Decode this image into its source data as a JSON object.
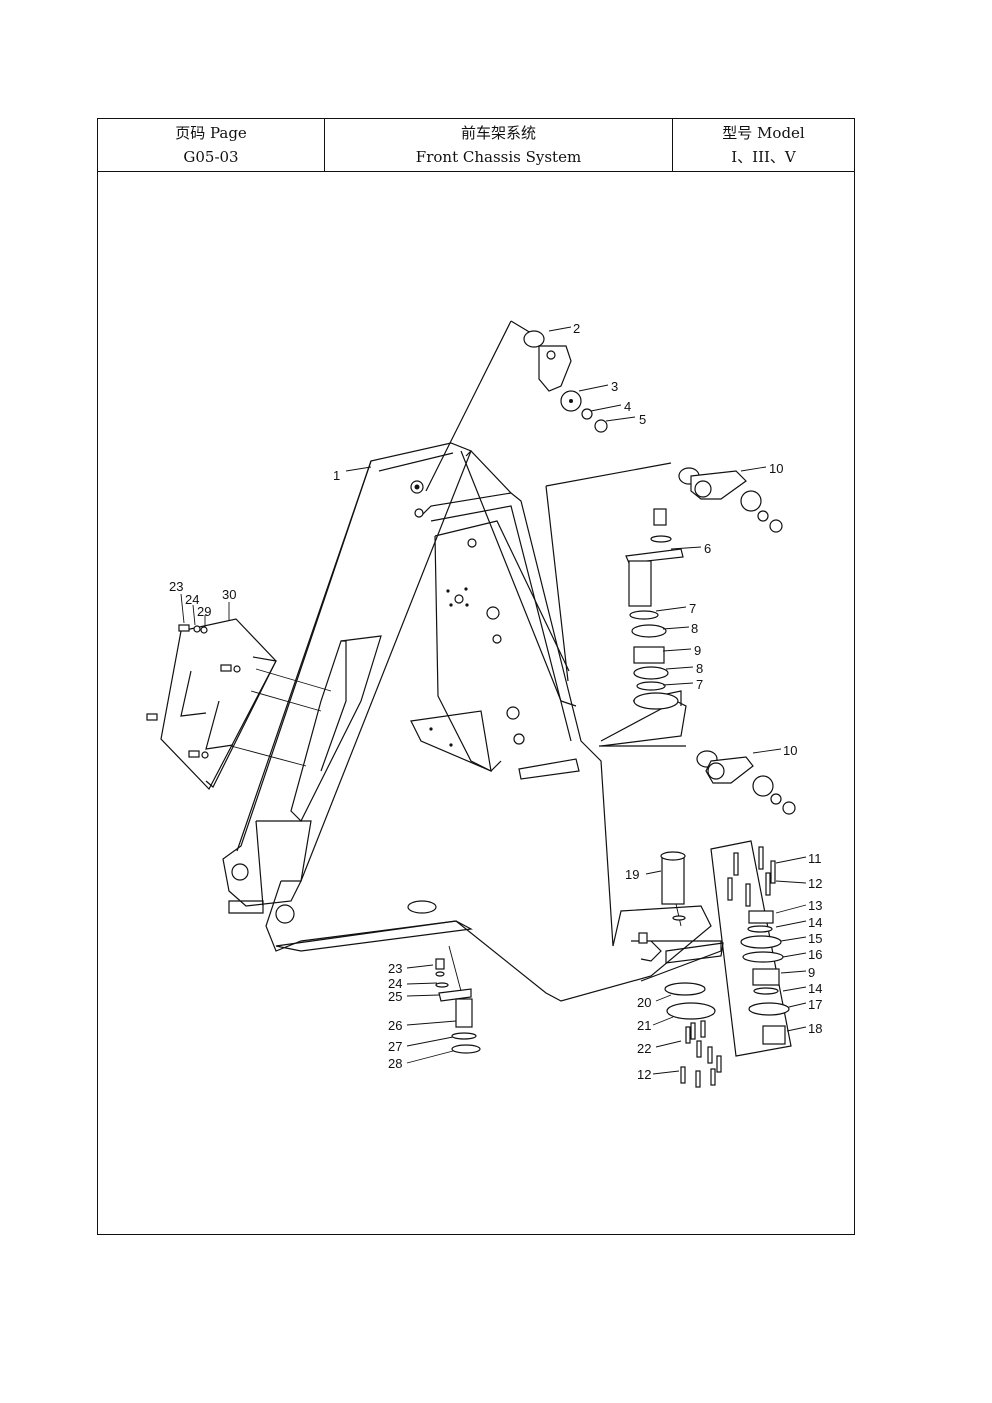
{
  "header": {
    "page_cn": "页码 Page",
    "page_no": "G05-03",
    "title_cn": "前车架系统",
    "title_en": "Front Chassis System",
    "model_cn": "型号    Model",
    "model_val": "I、III、V"
  },
  "callouts": {
    "c1": "1",
    "c2": "2",
    "c3": "3",
    "c4": "4",
    "c5": "5",
    "c6": "6",
    "c7a": "7",
    "c8a": "8",
    "c9a": "9",
    "c8b": "8",
    "c7b": "7",
    "c10a": "10",
    "c10b": "10",
    "c11": "11",
    "c12a": "12",
    "c13": "13",
    "c14a": "14",
    "c15": "15",
    "c16": "16",
    "c9b": "9",
    "c14b": "14",
    "c17": "17",
    "c18": "18",
    "c19": "19",
    "c20": "20",
    "c21": "21",
    "c22": "22",
    "c12b": "12",
    "c23a": "23",
    "c24a": "24",
    "c29": "29",
    "c30": "30",
    "c23b": "23",
    "c24b": "24",
    "c25": "25",
    "c26": "26",
    "c27": "27",
    "c28": "28"
  }
}
